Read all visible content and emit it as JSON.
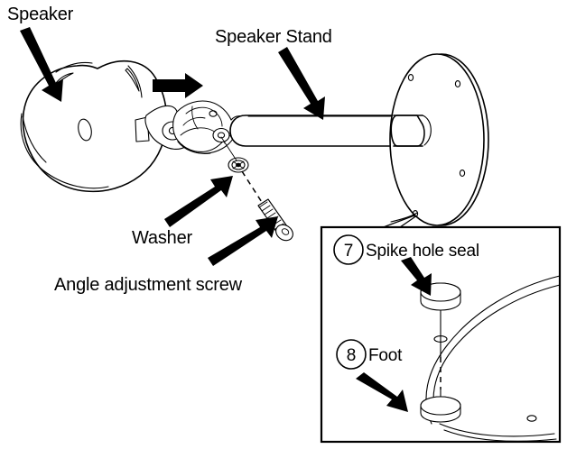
{
  "document": {
    "type": "assembly-instruction-illustration",
    "title": "Speaker stand assembly diagram",
    "background_color": "#ffffff",
    "line_color": "#000000"
  },
  "labels": {
    "speaker": "Speaker",
    "speaker_stand": "Speaker Stand",
    "washer": "Washer",
    "angle_adjustment_screw": "Angle adjustment screw"
  },
  "inset": {
    "items": [
      {
        "number": "7",
        "label": "Spike hole seal"
      },
      {
        "number": "8",
        "label": "Foot"
      }
    ]
  },
  "arrows": {
    "direction_arrow": "assembly-direction-arrow-right",
    "speaker_pointer": "callout-arrow-down-right",
    "stand_pointer": "callout-arrow-down-right",
    "washer_pointer": "callout-arrow-up-right",
    "screw_pointer": "callout-arrow-up-right",
    "seal_pointer": "callout-arrow-down-right",
    "foot_pointer": "callout-arrow-down-right"
  },
  "parts": {
    "speaker_body": "egg-shaped-speaker-enclosure",
    "bracket": "angle-adjustment-bracket",
    "pole": "horizontal-stand-pole",
    "base_plate": "elliptical-base-plate",
    "washer_ring": "washer-ring",
    "screw": "threaded-screw",
    "spike_hole_seal_disc": "seal-disc",
    "foot_disc": "foot-disc"
  }
}
